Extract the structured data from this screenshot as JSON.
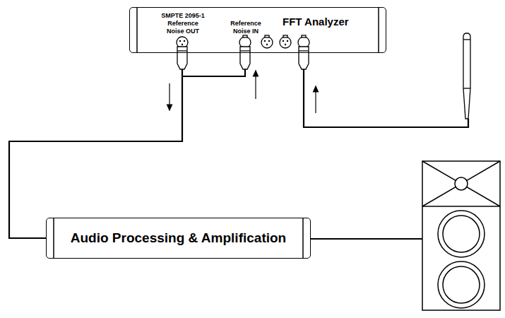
{
  "diagram": {
    "nodes": [
      {
        "text": [
          "SMPTE 2095-1 Reference Noise OUT",
          "Reference Noise IN",
          "FFT Analyzer"
        ]
      },
      {
        "text": [
          "Audio Processing & Amplification"
        ]
      }
    ],
    "edges": [
      {
        "from": 0,
        "to": 1,
        "arrow": "none"
      }
    ]
  }
}
